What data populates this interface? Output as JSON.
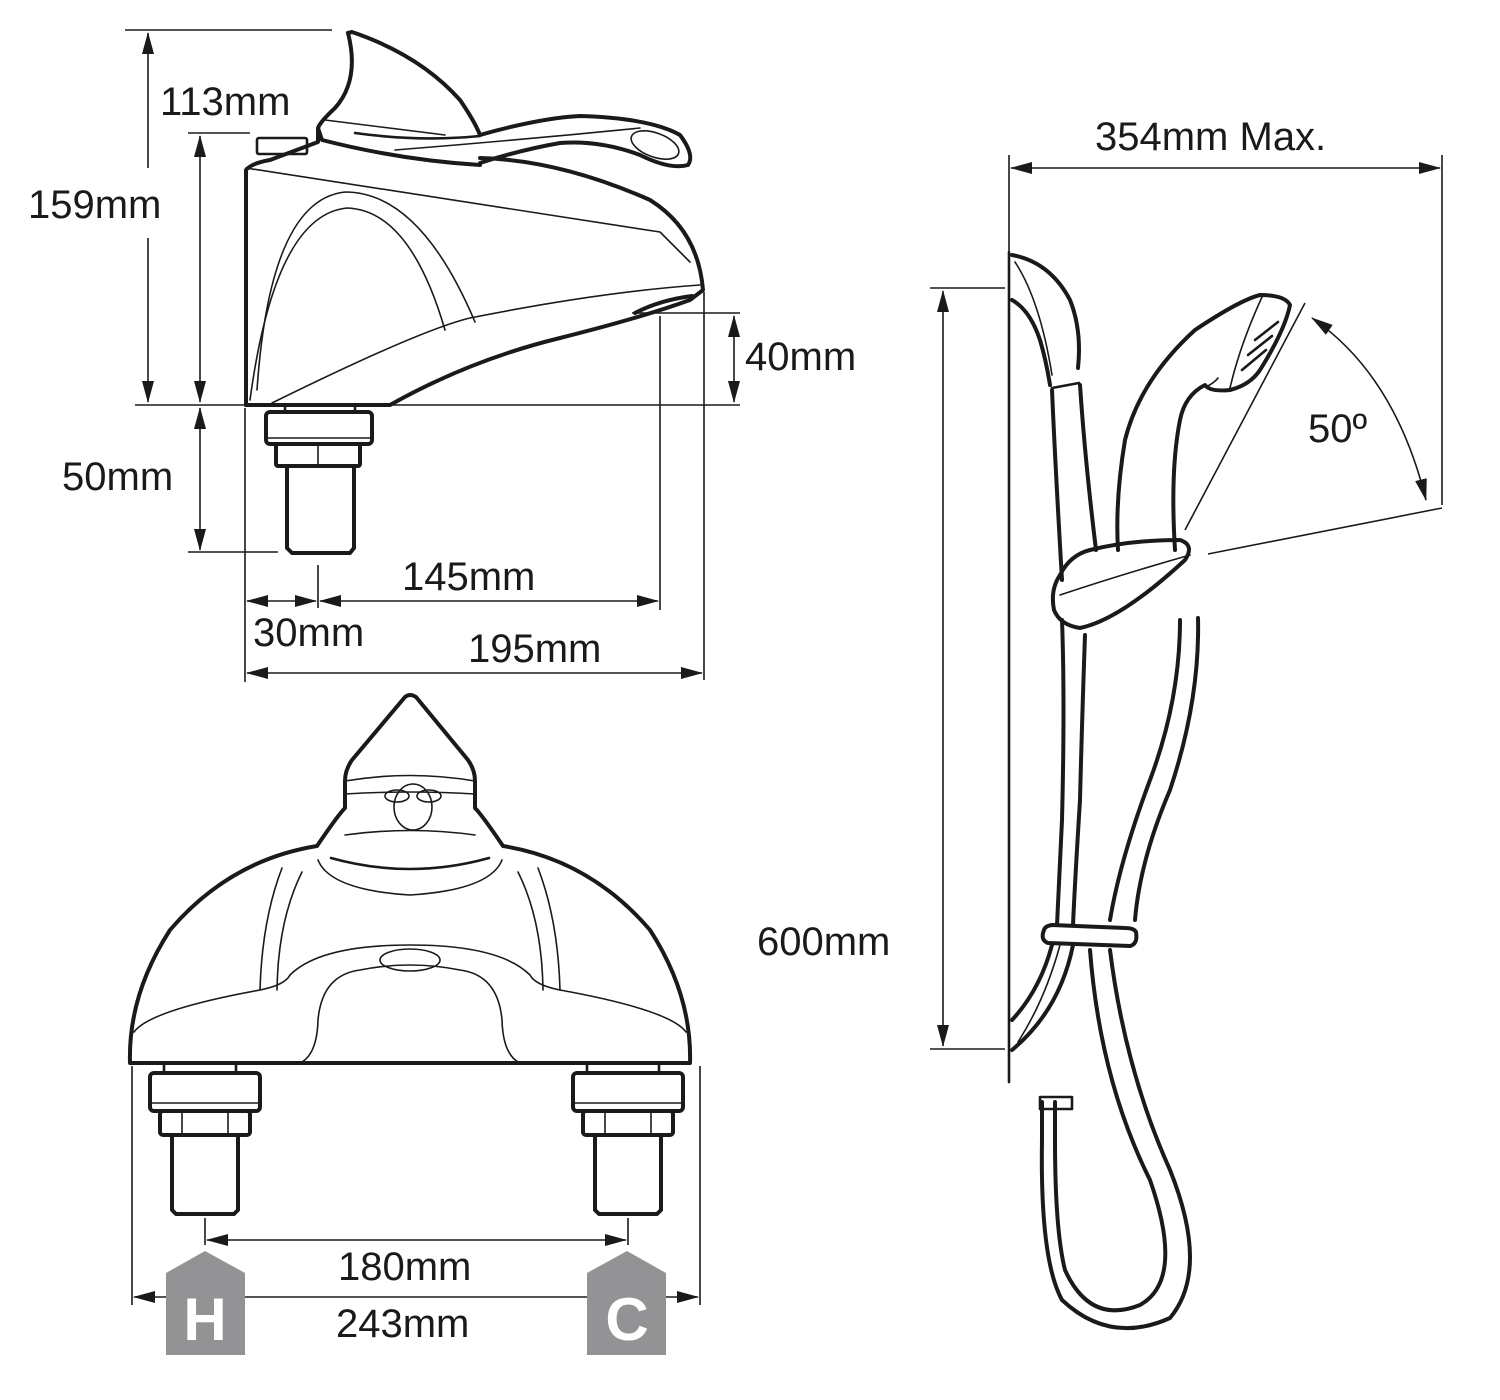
{
  "diagram": {
    "side_view": {
      "dimensions": {
        "handle_height": "113mm",
        "body_height": "159mm",
        "spout_height": "40mm",
        "tail_length": "50mm",
        "tail_offset": "30mm",
        "spout_reach": "145mm",
        "overall_depth": "195mm"
      }
    },
    "front_view": {
      "dimensions": {
        "centres": "180mm",
        "overall_width": "243mm"
      },
      "badges": {
        "hot": {
          "letter": "H",
          "color": "#939396"
        },
        "cold": {
          "letter": "C",
          "color": "#939396"
        }
      }
    },
    "shower_kit": {
      "dimensions": {
        "max_width": "354mm Max.",
        "rail_length": "600mm",
        "handset_angle": "50º"
      }
    }
  }
}
